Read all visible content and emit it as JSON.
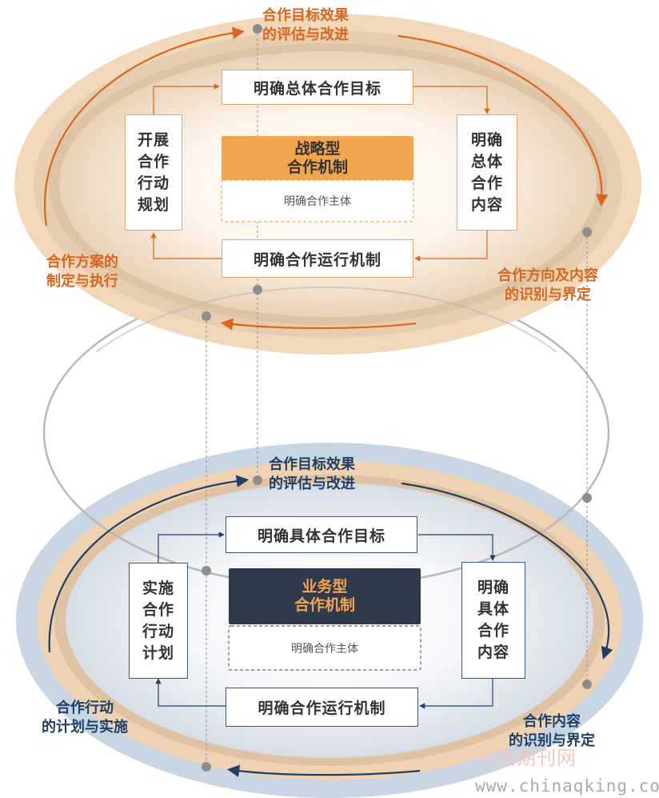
{
  "top": {
    "core_title": "战略型\n合作机制",
    "core_sub": "明确合作主体",
    "box_top": "明确总体合作目标",
    "box_left": "开展\n合作\n行动\n规划",
    "box_right": "明确\n总体\n合作\n内容",
    "box_bottom": "明确合作运行机制",
    "label_top": "合作目标效果\n的评估与改进",
    "label_left": "合作方案的\n制定与执行",
    "label_right": "合作方向及内容\n的识别与界定"
  },
  "bottom": {
    "core_title": "业务型\n合作机制",
    "core_sub": "明确合作主体",
    "box_top": "明确具体合作目标",
    "box_left": "实施\n合作\n行动\n计划",
    "box_right": "明确\n具体\n合作\n内容",
    "box_bottom": "明确合作运行机制",
    "label_top": "合作目标效果\n的评估与改进",
    "label_left": "合作行动\n的计划与实施",
    "label_right": "合作内容\n的识别与界定"
  },
  "watermark": {
    "cn": "中国期刊网",
    "url": "www.chinaqking.com"
  },
  "colors": {
    "orange": "#d9661e",
    "orange_box": "#f3a44f",
    "navy": "#1f3f66",
    "dark_box": "#2f3a4d",
    "ring_orange": "#f0cfa9",
    "ring_blue": "#c9d6e4"
  }
}
